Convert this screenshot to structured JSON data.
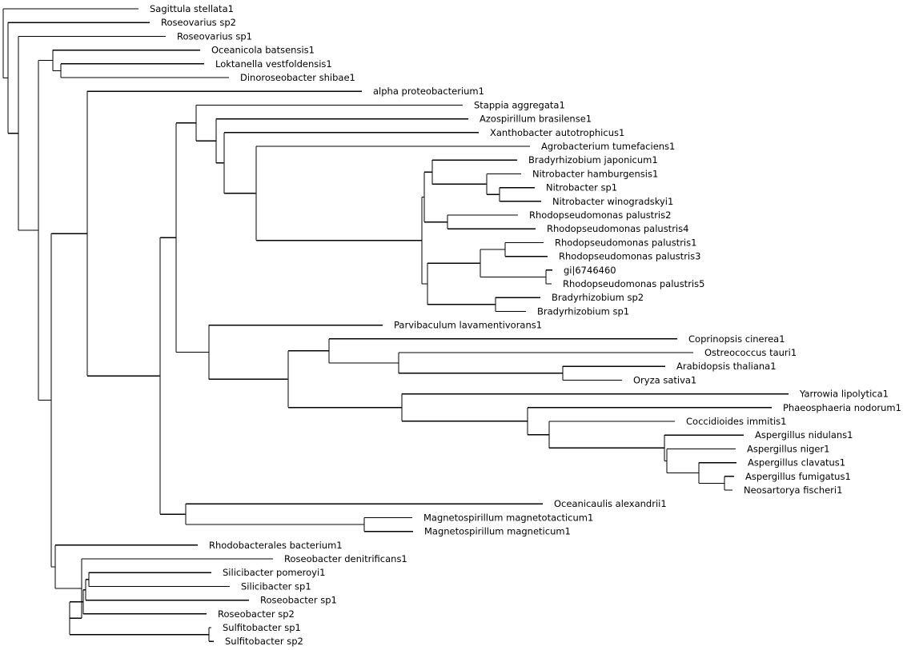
{
  "tree": {
    "taxa": [
      "Sagittula stellata1",
      "Roseovarius sp2",
      "Roseovarius sp1",
      "Oceanicola batsensis1",
      "Loktanella vestfoldensis1",
      "Dinoroseobacter shibae1",
      "alpha proteobacterium1",
      "Stappia aggregata1",
      "Azospirillum brasilense1",
      "Xanthobacter autotrophicus1",
      "Agrobacterium tumefaciens1",
      "Bradyrhizobium japonicum1",
      "Nitrobacter hamburgensis1",
      "Nitrobacter sp1",
      "Nitrobacter winogradskyi1",
      "Rhodopseudomonas palustris2",
      "Rhodopseudomonas palustris4",
      "Rhodopseudomonas palustris1",
      "Rhodopseudomonas palustris3",
      "gi|6746460",
      "Rhodopseudomonas palustris5",
      "Bradyrhizobium sp2",
      "Bradyrhizobium sp1",
      "Parvibaculum lavamentivorans1",
      "Coprinopsis cinerea1",
      "Ostreococcus tauri1",
      "Arabidopsis thaliana1",
      "Oryza sativa1",
      "Yarrowia lipolytica1",
      "Phaeosphaeria nodorum1",
      "Coccidioides immitis1",
      "Aspergillus nidulans1",
      "Aspergillus niger1",
      "Aspergillus clavatus1",
      "Aspergillus fumigatus1",
      "Neosartorya fischeri1",
      "Oceanicaulis alexandrii1",
      "Magnetospirillum magnetotacticum1",
      "Magnetospirillum magneticum1",
      "Rhodobacterales bacterium1",
      "Roseobacter denitrificans1",
      "Silicibacter pomeroyi1",
      "Silicibacter sp1",
      "Roseobacter sp1",
      "Roseobacter sp2",
      "Sulfitobacter sp1",
      "Sulfitobacter sp2"
    ]
  }
}
